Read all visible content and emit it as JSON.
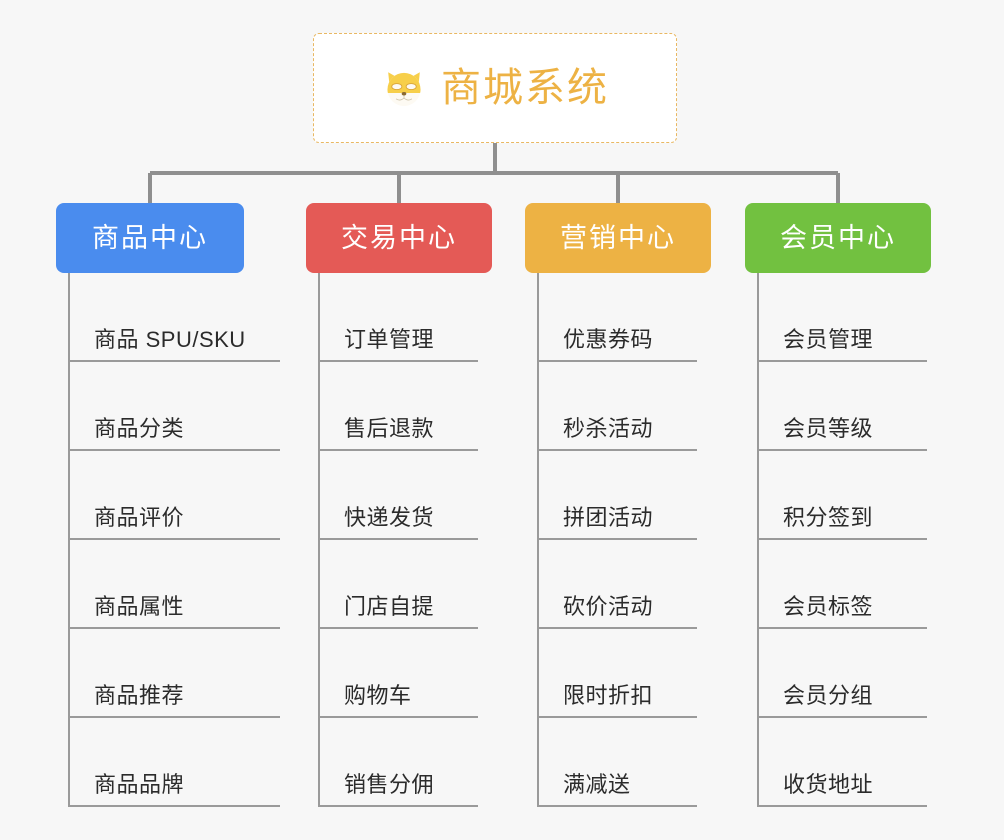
{
  "background_color": "#f7f7f7",
  "root": {
    "title": "商城系统",
    "icon": "dog-face-icon",
    "border_color": "#e9b862",
    "text_color": "#edb244"
  },
  "branches": [
    {
      "label": "商品中心",
      "color": "#4a8cee",
      "items": [
        "商品 SPU/SKU",
        "商品分类",
        "商品评价",
        "商品属性",
        "商品推荐",
        "商品品牌"
      ]
    },
    {
      "label": "交易中心",
      "color": "#e45a56",
      "items": [
        "订单管理",
        "售后退款",
        "快递发货",
        "门店自提",
        "购物车",
        "销售分佣"
      ]
    },
    {
      "label": "营销中心",
      "color": "#edb244",
      "items": [
        "优惠券码",
        "秒杀活动",
        "拼团活动",
        "砍价活动",
        "限时折扣",
        "满减送"
      ]
    },
    {
      "label": "会员中心",
      "color": "#72c140",
      "items": [
        "会员管理",
        "会员等级",
        "积分签到",
        "会员标签",
        "会员分组",
        "收货地址"
      ]
    }
  ],
  "connector_color": "#8f8f8f"
}
